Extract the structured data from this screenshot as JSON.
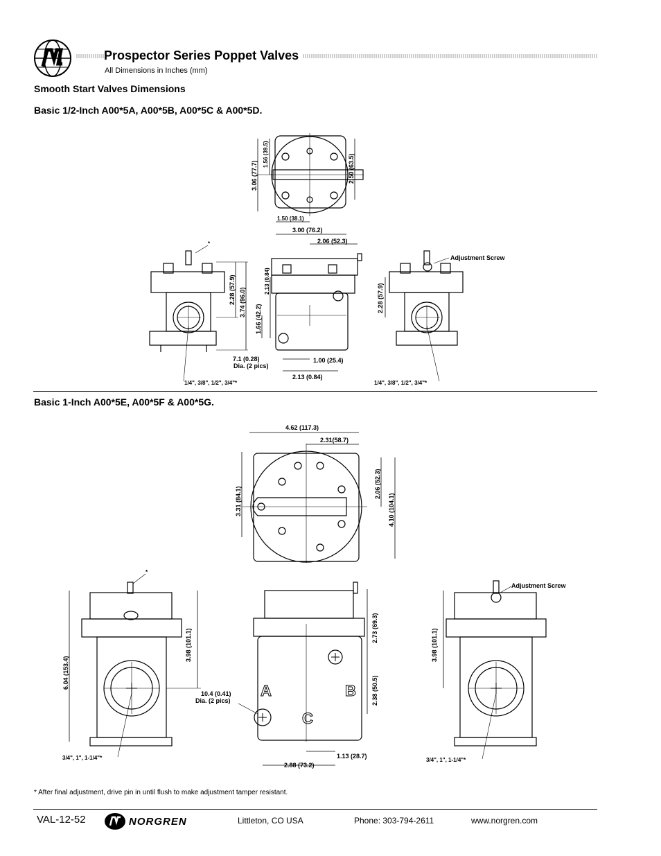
{
  "header": {
    "title": "Prospector Series Poppet Valves",
    "subtitle": "All Dimensions in Inches (mm)"
  },
  "section1": {
    "heading": "Smooth Start Valves Dimensions",
    "subheading": "Basic 1/2-Inch  A00*5A, A00*5B, A00*5C & A00*5D.",
    "dims": {
      "d1": "3.06 (77.7)",
      "d2": "1.56 (39.5)",
      "d3": "2.50 (63.5)",
      "d4": "1.50 (38.1)",
      "d5": "3.00 (76.2)",
      "d6": "2.06 (52.3)",
      "d7": "2.28 (57.9)",
      "d8": "3.74 (96.0)",
      "d9": "2.13 (0.84)",
      "d10": "1.66 (42.2)",
      "d11": "7.1 (0.28)",
      "d12": "Dia. (2 pics)",
      "d13": "1.00 (25.4)",
      "d14": "2.13 (0.84)",
      "d15": "2.28 (57.9)",
      "adj": "Adjustment Screw",
      "ports_left": "1/4\", 3/8\", 1/2\", 3/4\"*",
      "ports_right": "1/4\", 3/8\", 1/2\", 3/4\"*",
      "star": "*"
    }
  },
  "section2": {
    "subheading": "Basic 1-Inch   A00*5E, A00*5F & A00*5G.",
    "dims": {
      "d1": "4.62 (117.3)",
      "d2": "2.31(58.7)",
      "d3": "3.31 (84.1)",
      "d4": "2.06 (52.3)",
      "d5": "4.10 (104.1)",
      "d6": "6.04 (153.4)",
      "d7": "3.98 (101.1)",
      "d8": "10.4 (0.41)",
      "d9": "Dia. (2 pics)",
      "d10": "2.73 (69.3)",
      "d11": "2.38 (50.5)",
      "d12": "1.13 (28.7)",
      "d13": "2.88 (73.2)",
      "d14": "3.98 (101.1)",
      "adj": "Adjustment Screw",
      "ports_left": "3/4\", 1\", 1-1/4\"*",
      "ports_right": "3/4\", 1\", 1-1/4\"*",
      "star": "*",
      "mark_a": "A",
      "mark_b": "B",
      "mark_c": "C"
    }
  },
  "footnote": "* After final adjustment, drive pin in until flush to make adjustment tamper resistant.",
  "footer": {
    "code": "VAL-12-52",
    "brand": "NORGREN",
    "location": "Littleton,  CO  USA",
    "phone": "Phone: 303-794-2611",
    "web": "www.norgren.com"
  }
}
